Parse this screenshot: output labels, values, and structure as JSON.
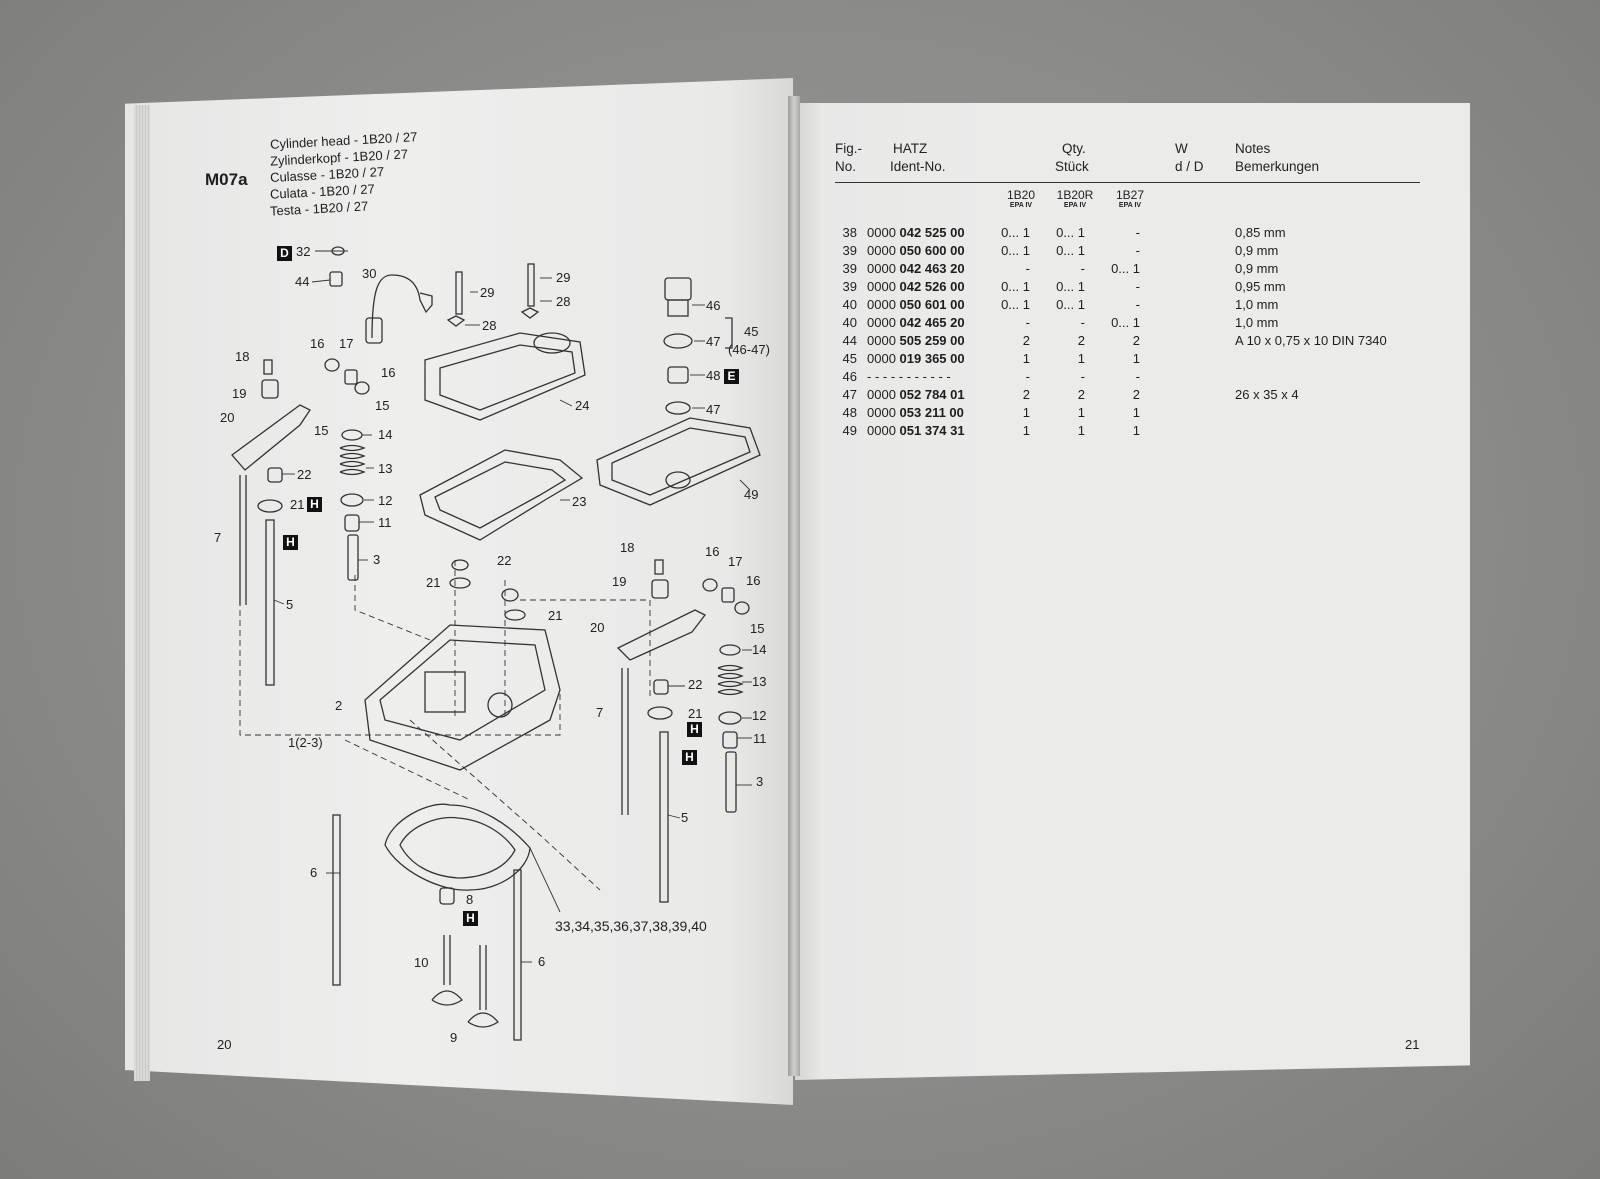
{
  "left_page": {
    "code": "M07a",
    "title_lines": [
      "Cylinder head - 1B20 / 27",
      "Zylinderkopf - 1B20 / 27",
      "Culasse - 1B20 / 27",
      "Culata - 1B20 / 27",
      "Testa - 1B20 / 27"
    ],
    "page_number": "20",
    "callouts": {
      "c32": "32",
      "c44": "44",
      "c30": "30",
      "c29a": "29",
      "c29b": "29",
      "c28a": "28",
      "c28b": "28",
      "c46": "46",
      "c45": "45",
      "c4647": "(46-47)",
      "c47a": "47",
      "c48": "48",
      "c47b": "47",
      "c24": "24",
      "c18a": "18",
      "c16a": "16",
      "c17a": "17",
      "c16b": "16",
      "c19a": "19",
      "c20a": "20",
      "c15a": "15",
      "c15b": "15",
      "c14a": "14",
      "c13a": "13",
      "c12a": "12",
      "c11a": "11",
      "c22a": "22",
      "c21a": "21",
      "c7a": "7",
      "c5a": "5",
      "c3a": "3",
      "c23": "23",
      "c49": "49",
      "c22b": "22",
      "c21b": "21",
      "c21c": "21",
      "c18b": "18",
      "c16c": "16",
      "c17b": "17",
      "c19b": "19",
      "c16d": "16",
      "c20b": "20",
      "c15c": "15",
      "c14b": "14",
      "c22c": "22",
      "c13b": "13",
      "c2": "2",
      "c12b": "12",
      "c7b": "7",
      "c21d": "21",
      "c11b": "11",
      "c123": "1(2-3)",
      "c3b": "3",
      "c5b": "5",
      "c6a": "6",
      "c8": "8",
      "c3340": "33,34,35,36,37,38,39,40",
      "c10": "10",
      "c6b": "6",
      "c9": "9"
    },
    "badges": {
      "D": "D",
      "E": "E",
      "H": "H"
    }
  },
  "right_page": {
    "headers": {
      "fig_1": "Fig.-",
      "fig_2": "No.",
      "hatz_1": "HATZ",
      "hatz_2": "Ident-No.",
      "qty_1": "Qty.",
      "qty_2": "Stück",
      "w_1": "W",
      "w_2": "d / D",
      "notes_1": "Notes",
      "notes_2": "Bemerkungen"
    },
    "variants": [
      {
        "name": "1B20",
        "sub": "EPA IV"
      },
      {
        "name": "1B20R",
        "sub": "EPA IV"
      },
      {
        "name": "1B27",
        "sub": "EPA IV"
      }
    ],
    "rows": [
      {
        "fig": "38",
        "prefix": "0000",
        "id": "042 525 00",
        "q1": "0... 1",
        "q2": "0... 1",
        "q3": "-",
        "note": "0,85 mm"
      },
      {
        "fig": "39",
        "prefix": "0000",
        "id": "050 600 00",
        "q1": "0... 1",
        "q2": "0... 1",
        "q3": "-",
        "note": "0,9 mm"
      },
      {
        "fig": "39",
        "prefix": "0000",
        "id": "042 463 20",
        "q1": "-",
        "q2": "-",
        "q3": "0... 1",
        "note": "0,9 mm"
      },
      {
        "fig": "39",
        "prefix": "0000",
        "id": "042 526 00",
        "q1": "0... 1",
        "q2": "0... 1",
        "q3": "-",
        "note": "0,95 mm"
      },
      {
        "fig": "40",
        "prefix": "0000",
        "id": "050 601 00",
        "q1": "0... 1",
        "q2": "0... 1",
        "q3": "-",
        "note": "1,0 mm"
      },
      {
        "fig": "40",
        "prefix": "0000",
        "id": "042 465 20",
        "q1": "-",
        "q2": "-",
        "q3": "0... 1",
        "note": "1,0 mm"
      },
      {
        "fig": "44",
        "prefix": "0000",
        "id": "505 259 00",
        "q1": "2",
        "q2": "2",
        "q3": "2",
        "note": "A 10 x 0,75 x 10 DIN 7340"
      },
      {
        "fig": "45",
        "prefix": "0000",
        "id": "019 365 00",
        "q1": "1",
        "q2": "1",
        "q3": "1",
        "note": ""
      },
      {
        "fig": "46",
        "prefix": "- - - - - - - - - - -",
        "id": "",
        "q1": "-",
        "q2": "-",
        "q3": "-",
        "note": ""
      },
      {
        "fig": "47",
        "prefix": "0000",
        "id": "052 784 01",
        "q1": "2",
        "q2": "2",
        "q3": "2",
        "note": "26 x 35 x 4"
      },
      {
        "fig": "48",
        "prefix": "0000",
        "id": "053 211 00",
        "q1": "1",
        "q2": "1",
        "q3": "1",
        "note": ""
      },
      {
        "fig": "49",
        "prefix": "0000",
        "id": "051 374 31",
        "q1": "1",
        "q2": "1",
        "q3": "1",
        "note": ""
      }
    ],
    "page_number": "21"
  }
}
